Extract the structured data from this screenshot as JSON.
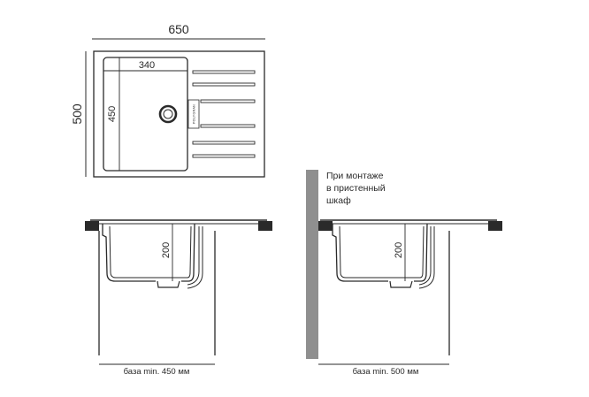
{
  "top_view": {
    "width_label": "650",
    "height_label": "500",
    "bowl_width_label": "340",
    "bowl_height_label": "450",
    "brand_text": "POLYGRAN"
  },
  "side_view_left": {
    "depth_label": "200",
    "base_label": "база min. 450 мм"
  },
  "side_view_right": {
    "note_lines": [
      "При монтаже",
      "в пристенный",
      "шкаф"
    ],
    "depth_label": "200",
    "base_label": "база min. 500 мм"
  }
}
